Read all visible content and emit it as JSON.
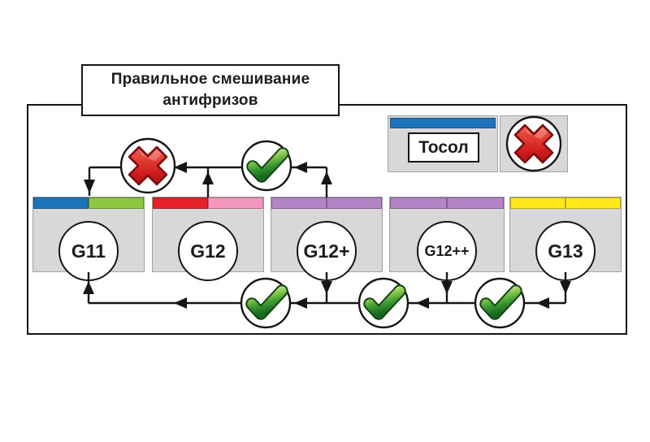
{
  "title": {
    "line1": "Правильное смешивание",
    "line2": "антифризов"
  },
  "tosol": {
    "label": "Тосол",
    "compatible_with_antifreezes": false,
    "icon": "cross"
  },
  "boxes": [
    {
      "label": "G11",
      "stripe_left": "#1c74bc",
      "stripe_right": "#8dc63f"
    },
    {
      "label": "G12",
      "stripe_left": "#e8202a",
      "stripe_right": "#f498c0"
    },
    {
      "label": "G12+",
      "stripe_left": "#b584c6",
      "stripe_right": "#b584c6"
    },
    {
      "label": "G12++",
      "stripe_left": "#b584c6",
      "stripe_right": "#b584c6"
    },
    {
      "label": "G13",
      "stripe_left": "#ffe818",
      "stripe_right": "#ffe818"
    }
  ],
  "relations": [
    {
      "from": "G12",
      "to": "G11",
      "compatible": false,
      "icon": "cross"
    },
    {
      "from": "G12+",
      "to": "G12",
      "compatible": true,
      "icon": "check"
    },
    {
      "from": "G12+",
      "to": "G11",
      "compatible": true,
      "icon": "check"
    },
    {
      "from": "G12++",
      "to": "G12+",
      "compatible": true,
      "icon": "check"
    },
    {
      "from": "G13",
      "to": "G12++",
      "compatible": true,
      "icon": "check"
    },
    {
      "from": "Тосол",
      "to": "антифризы",
      "compatible": false,
      "icon": "cross"
    }
  ],
  "colors": {
    "blue": "#1c74bc",
    "green": "#8dc63f",
    "red": "#e8202a",
    "pink": "#f498c0",
    "purple": "#b584c6",
    "yellow": "#ffe818",
    "box_fill": "#d8d8d8",
    "line": "#161616",
    "check_green": "#3f9e33",
    "cross_red": "#cf1b1b"
  }
}
